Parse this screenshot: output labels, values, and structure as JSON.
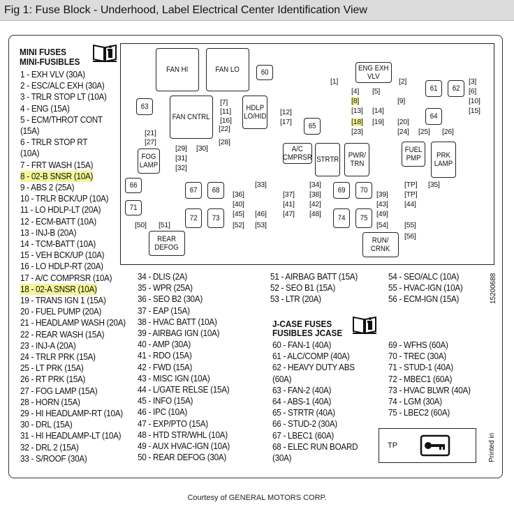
{
  "title": "Fig 1: Fuse Block - Underhood, Label Electrical Center Identification View",
  "credit": "Courtesy of GENERAL MOTORS CORP.",
  "side_code": "15200688",
  "printed_in": "Printed in",
  "highlight_color": "#f5f59a",
  "mini": {
    "heading1": "MINI FUSES",
    "heading2": "MINI-FUSIBLES",
    "col1": [
      "1 - EXH VLV (30A)",
      "2 - ESC/ALC EXH (30A)",
      "3 - TRLR STOP LT (10A)",
      "4 - ENG (15A)",
      "5 - ECM/THROT CONT",
      "(15A)",
      "6 - TRLR STOP RT",
      "(10A)",
      "7 - FRT WASH (15A)",
      "8 - 02-B SNSR (10A)",
      "9 - ABS 2 (25A)",
      "10 - TRLR BCK/UP (10A)",
      "11 - LO HDLP-LT (20A)",
      "12 - ECM-BATT (10A)",
      "13 - INJ-B (20A)",
      "14 - TCM-BATT (10A)",
      "15 - VEH BCK/UP (10A)",
      "16 - LO HDLP-RT (20A)",
      "17 - A/C COMPRSR (10A)",
      "18 - 02-A SNSR (10A)",
      "19 - TRANS IGN 1 (15A)",
      "20 - FUEL PUMP (20A)",
      "21 - HEADLAMP WASH (20A)",
      "22 - REAR WASH (15A)",
      "23 - INJ-A (20A)",
      "24 - TRLR PRK (15A)",
      "25 - LT PRK (15A)",
      "26 - RT PRK (15A)",
      "27 - FOG LAMP (15A)",
      "28 - HORN (15A)",
      "29 - HI HEADLAMP-RT (10A)",
      "30 - DRL (15A)",
      "31 - HI HEADLAMP-LT (10A)",
      "32 - DRL 2 (15A)",
      "33 - S/ROOF (30A)"
    ],
    "col2": [
      "34 - DLIS (2A)",
      "35 - WPR (25A)",
      "36 - SEO B2 (30A)",
      "37 - EAP (15A)",
      "38 - HVAC BATT (10A)",
      "39 - AIRBAG IGN (10A)",
      "40 - AMP (30A)",
      "41 - RDO (15A)",
      "42 - FWD (15A)",
      "43 - MISC IGN (10A)",
      "44 - L/GATE RELSE (15A)",
      "45 - INFO (15A)",
      "46 - IPC (10A)",
      "47 - EXP/PTO (15A)",
      "48 - HTD STR/WHL (10A)",
      "49 - AUX HVAC-IGN (10A)",
      "50 - REAR DEFOG (30A)"
    ],
    "col3": [
      "51 - AIRBAG BATT (15A)",
      "52 - SEO B1 (15A)",
      "53 - LTR (20A)"
    ],
    "col4": [
      "54 - SEO/ALC (10A)",
      "55 - HVAC-IGN (10A)",
      "56 - ECM-IGN (15A)"
    ]
  },
  "jcase": {
    "heading1": "J-CASE FUSES",
    "heading2": "FUSIBLES JCASE",
    "col1": [
      "60 - FAN-1 (40A)",
      "61 - ALC/COMP (40A)",
      "62 - HEAVY DUTY ABS",
      "(60A)",
      "63 - FAN-2 (40A)",
      "64 - ABS-1 (40A)",
      "65 - STRTR (40A)",
      "66 - STUD-2 (30A)",
      "67 - LBEC1 (60A)",
      "68 - ELEC RUN BOARD",
      "(30A)"
    ],
    "col2": [
      "69 - WFHS (60A)",
      "70 - TREC (30A)",
      "71 - STUD-1 (40A)",
      "72 - MBEC1 (60A)",
      "73 - HVAC BLWR (40A)",
      "74 - LGM (30A)",
      "75 - LBEC2 (60A)"
    ]
  },
  "tp_label": "TP",
  "boxes": {
    "fan_hi": "FAN HI",
    "fan_lo": "FAN LO",
    "fan_cntrl": "FAN CNTRL",
    "hdlp": "HDLP\nLO/HID",
    "eng_exh": "ENG EXH\nVLV",
    "ac": "A/C\nCMPRSR",
    "strtr": "STRTR",
    "pwr_trn": "PWR/\nTRN",
    "fuel_pmp": "FUEL\nPMP",
    "prk_lamp": "PRK\nLAMP",
    "fog_lamp": "FOG\nLAMP",
    "rear_defog": "REAR\nDEFOG",
    "run_crnk": "RUN/\nCRNK",
    "n60": "60",
    "n61": "61",
    "n62": "62",
    "n63": "63",
    "n64": "64",
    "n65": "65",
    "n66": "66",
    "n67": "67",
    "n68": "68",
    "n69": "69",
    "n70": "70",
    "n71": "71",
    "n72": "72",
    "n73": "73",
    "n74": "74",
    "n75": "75"
  },
  "minis": {
    "m1": "1",
    "m2": "2",
    "m3": "3",
    "m4": "4",
    "m5": "5",
    "m6": "6",
    "m7": "7",
    "m8": "8",
    "m9": "9",
    "m10": "10",
    "m11": "11",
    "m12": "12",
    "m13": "13",
    "m14": "14",
    "m15": "15",
    "m16": "16",
    "m17": "17",
    "m18": "18",
    "m19": "19",
    "m20": "20",
    "m21": "21",
    "m22": "22",
    "m23": "23",
    "m24": "24",
    "m25": "25",
    "m26": "26",
    "m27": "27",
    "m28": "28",
    "m29": "29",
    "m30": "30",
    "m31": "31",
    "m32": "32",
    "m33": "33",
    "m34": "34",
    "m35": "35",
    "m36": "36",
    "m37": "37",
    "m38": "38",
    "m39": "39",
    "m40": "40",
    "m41": "41",
    "m42": "42",
    "m43": "43",
    "m44": "44",
    "m45": "45",
    "m46": "46",
    "m47": "47",
    "m48": "48",
    "m49": "49",
    "m50": "50",
    "m51": "51",
    "m52": "52",
    "m53": "53",
    "m54": "54",
    "m55": "55",
    "m56": "56",
    "tp1": "TP",
    "tp2": "TP"
  }
}
